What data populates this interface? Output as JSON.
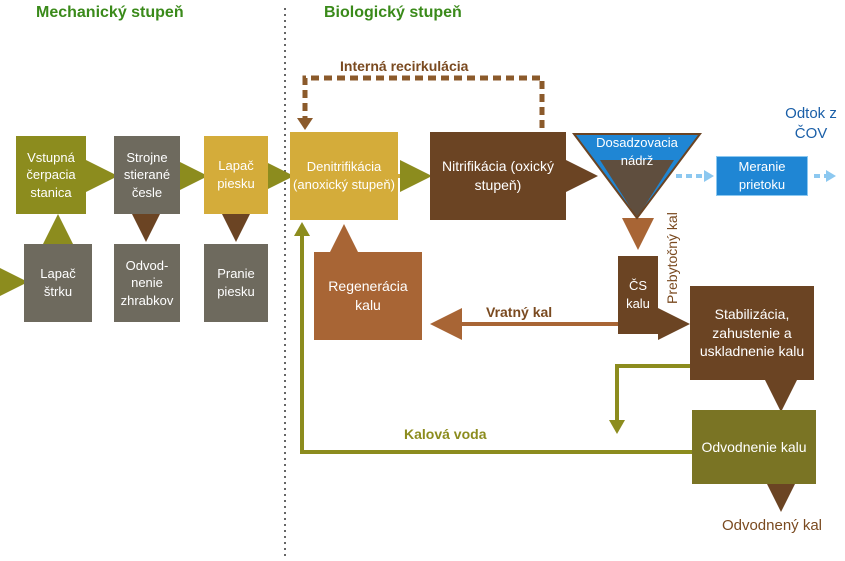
{
  "sections": {
    "mechanical": "Mechanický stupeň",
    "biological": "Biologický stupeň"
  },
  "boxes": {
    "vstupna": "Vstupná čerpacia stanica",
    "lapac_strku": "Lapač štrku",
    "cesle": "Strojne stierané česle",
    "odvodnenie_zhrabkov": "Odvod-nenie zhrabkov",
    "lapac_piesku": "Lapač piesku",
    "pranie_piesku": "Pranie piesku",
    "denitrifikacia": "Denitrifikácia (anoxický stupeň)",
    "nitrifikacia": "Nitrifikácia (oxický stupeň)",
    "dosadzovacia": "Dosadzovacia nádrž",
    "meranie": "Meranie prietoku",
    "regeneracia": "Regenerácia kalu",
    "cs_kalu": "ČS kalu",
    "stabilizacia": "Stabilizácia, zahustenie a uskladnenie kalu",
    "odvodnenie_kalu": "Odvodnenie kalu"
  },
  "labels": {
    "interna": "Interná recirkulácia",
    "odtok": "Odtok z ČOV",
    "prebytocny": "Prebytočný kal",
    "vratny": "Vratný kal",
    "kalova_voda": "Kalová voda",
    "odvodneny": "Odvodnený kal"
  },
  "colors": {
    "olive": "#8c8c1e",
    "brown": "#6b4423",
    "gold": "#d4ac3a",
    "blue": "#1f86d4",
    "section_green": "#3a8a1a"
  }
}
